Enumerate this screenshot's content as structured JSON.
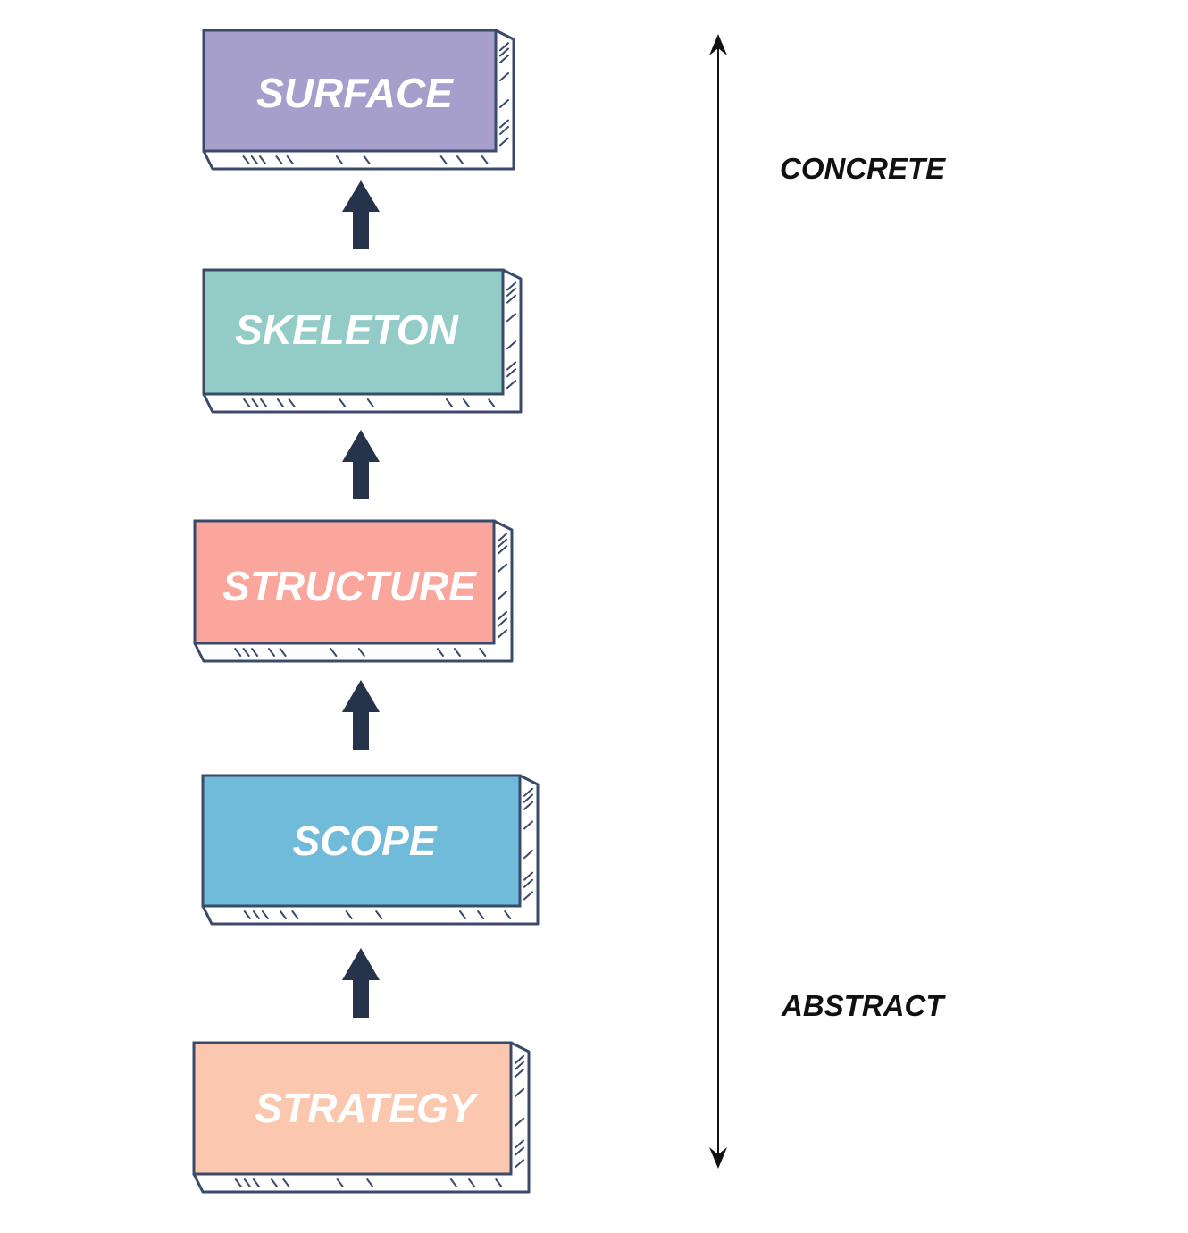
{
  "layers": [
    {
      "id": "surface",
      "label": "SURFACE",
      "color": "#a69fcb"
    },
    {
      "id": "skeleton",
      "label": "SKELETON",
      "color": "#93ccc6"
    },
    {
      "id": "structure",
      "label": "STRUCTURE",
      "color": "#fba69d"
    },
    {
      "id": "scope",
      "label": "SCOPE",
      "color": "#71bbda"
    },
    {
      "id": "strategy",
      "label": "STRATEGY",
      "color": "#fbc7ae"
    }
  ],
  "axis": {
    "top_label": "CONCRETE",
    "bottom_label": "ABSTRACT",
    "direction": "bidirectional"
  },
  "colors": {
    "outline": "#3a4a6b",
    "arrow": "#25344a",
    "side": "#ffffff",
    "text": "#ffffff"
  },
  "icons": {
    "connector": "up-arrow-icon"
  }
}
